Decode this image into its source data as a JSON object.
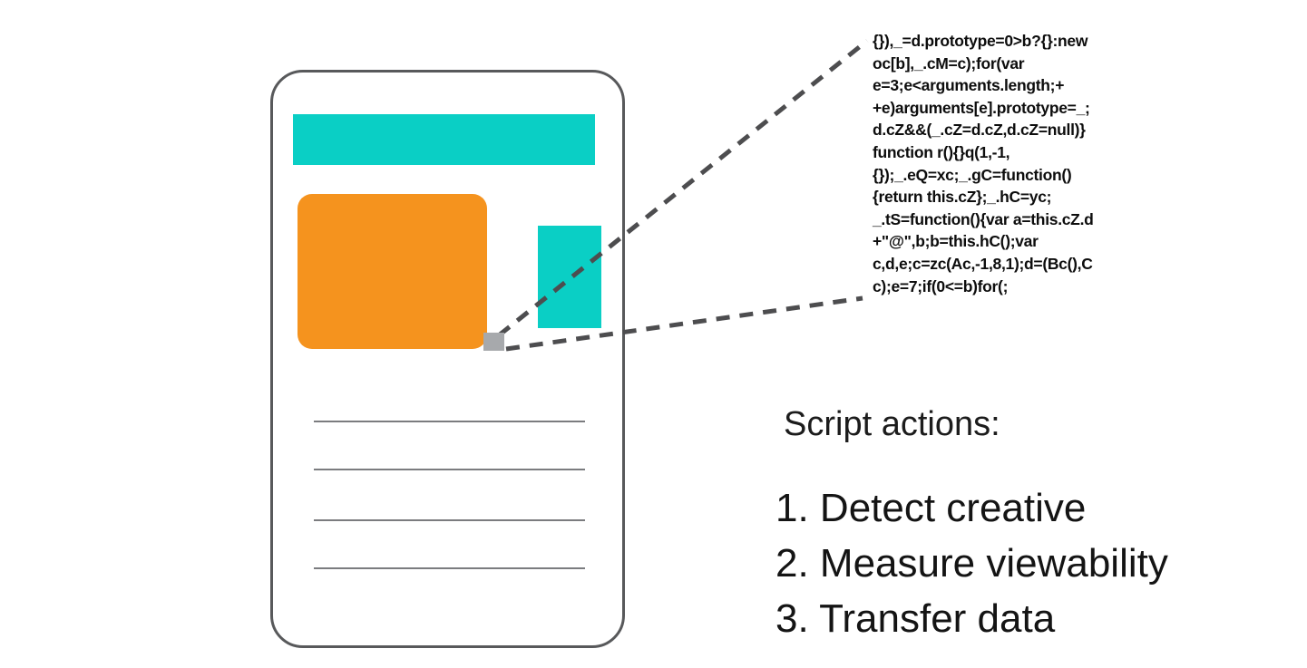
{
  "slide": {
    "wireframe": {
      "frame_border_color": "#58595B",
      "header_bar_color": "#0ACFC5",
      "main_ad_block_color": "#F5931E",
      "side_block_color": "#0ACFC5",
      "tracker_square_color": "#A7A9AC",
      "text_line_color": "#7B7C7F"
    },
    "callout": {
      "dashed_line_color": "#4D4D4F",
      "code_snippet": "{}),_=d.prototype=0>b?{}:new\noc[b],_.cM=c);for(var\ne=3;e<arguments.length;+\n+e)arguments[e].prototype=_;\nd.cZ&&(_.cZ=d.cZ,d.cZ=null)}\nfunction r(){}q(1,-1,\n{});_.eQ=xc;_.gC=function()\n{return this.cZ};_.hC=yc;\n_.tS=function(){var a=this.cZ.d\n+\"@\",b;b=this.hC();var\nc,d,e;c=zc(Ac,-1,8,1);d=(Bc(),C\nc);e=7;if(0<=b)for(;"
    },
    "actions": {
      "title": "Script actions:",
      "items": [
        "1. Detect creative",
        "2. Measure viewability",
        "3. Transfer data"
      ]
    }
  }
}
